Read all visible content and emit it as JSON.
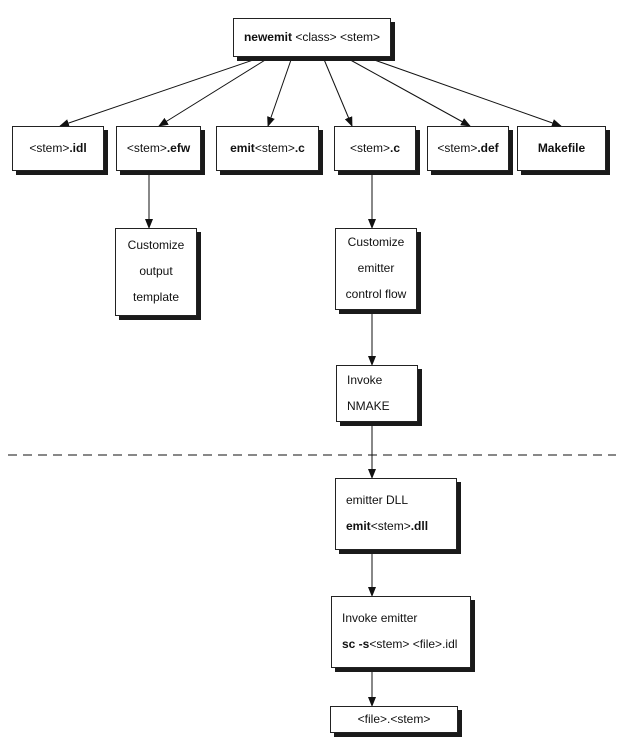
{
  "top": {
    "bold": "newemit",
    "rest": " <class> <stem>"
  },
  "files": {
    "idl": {
      "plain": "<stem>",
      "bold": ".idl"
    },
    "efw": {
      "plain": "<stem>",
      "bold": ".efw"
    },
    "emit_c": {
      "bold": "emit",
      "plain": "<stem>",
      "bold2": ".c"
    },
    "stem_c": {
      "plain": "<stem>",
      "bold": ".c"
    },
    "def": {
      "plain": "<stem>",
      "bold": ".def"
    },
    "makefile": {
      "bold": "Makefile"
    }
  },
  "customize_template": {
    "lines": [
      "Customize",
      "output",
      "template"
    ]
  },
  "customize_flow": {
    "lines": [
      "Customize",
      "emitter",
      "control flow"
    ]
  },
  "invoke_nmake": {
    "lines": [
      "Invoke",
      "NMAKE"
    ]
  },
  "emitter_dll": {
    "line1": "emitter DLL",
    "line2_bold": "emit",
    "line2_plain": "<stem>",
    "line2_bold2": ".dll"
  },
  "invoke_emitter": {
    "line1": "Invoke emitter",
    "line2_bold": "sc -s",
    "line2_plain": "<stem> <file>.idl"
  },
  "output": {
    "text": "<file>.<stem>"
  }
}
